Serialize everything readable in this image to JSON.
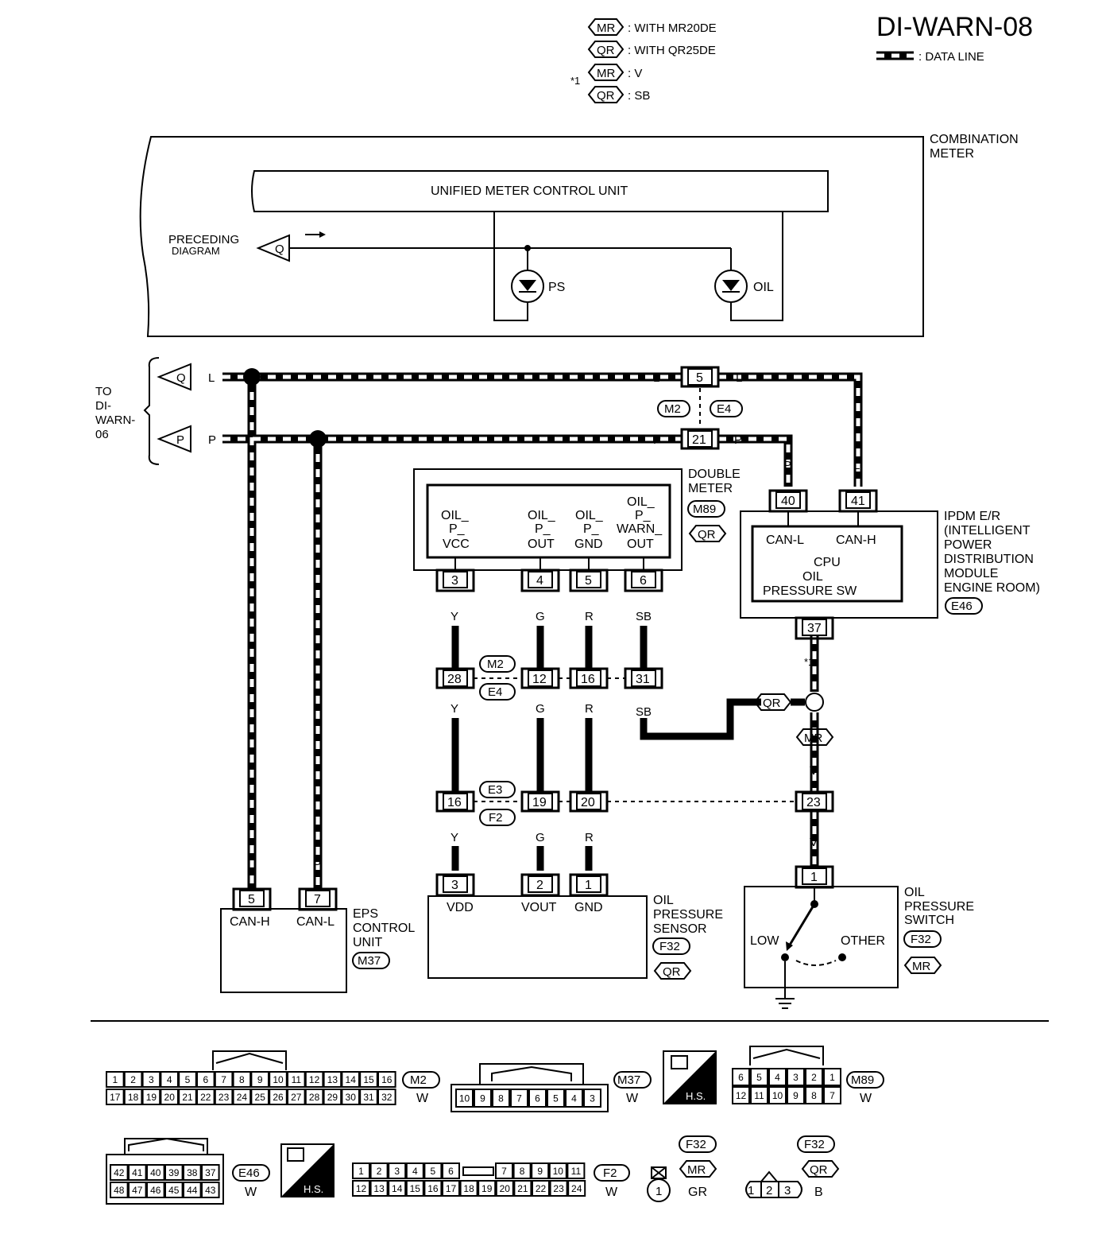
{
  "page_id": "DI-WARN-08",
  "legend": {
    "mr_with": ": WITH MR20DE",
    "qr_with": ": WITH QR25DE",
    "star1": "*1",
    "mr_v": ": V",
    "qr_sb": ": SB",
    "data_line": ": DATA LINE",
    "tag_mr": "MR",
    "tag_qr": "QR"
  },
  "combination_meter": {
    "title_line1": "COMBINATION",
    "title_line2": "METER",
    "unit": "UNIFIED METER CONTROL UNIT",
    "preceding_line1": "PRECEDING",
    "preceding_line2": "DIAGRAM",
    "tag_q": "Q",
    "lamp_ps": "PS",
    "lamp_oil": "OIL"
  },
  "to_diwarn": {
    "line1": "TO",
    "line2": "DI-",
    "line3": "WARN-",
    "line4": "06",
    "q": "Q",
    "p": "P"
  },
  "wire_colors": {
    "l": "L",
    "p": "P",
    "y": "Y",
    "g": "G",
    "r": "R",
    "sb": "SB",
    "v": "V",
    "star1": "*1"
  },
  "joint": {
    "pin5": "5",
    "pin21": "21",
    "m2": "M2",
    "e4": "E4",
    "e3": "E3",
    "f2": "F2",
    "pin28": "28",
    "pin12": "12",
    "pin16": "16",
    "pin31": "31",
    "pin16b": "16",
    "pin19": "19",
    "pin20": "20",
    "pin23": "23",
    "qr_tag": "QR",
    "mr_tag": "MR"
  },
  "double_meter": {
    "title_line1": "DOUBLE",
    "title_line2": "METER",
    "conn": "M89",
    "qr": "QR",
    "t1_l1": "OIL_",
    "t1_l2": "P_",
    "t1_l3": "VCC",
    "t2_l1": "OIL_",
    "t2_l2": "P_",
    "t2_l3": "OUT",
    "t3_l1": "OIL_",
    "t3_l2": "P_",
    "t3_l3": "GND",
    "t4_l1": "OIL_",
    "t4_l2": "P_",
    "t4_l3": "WARN_",
    "t4_l4": "OUT",
    "pins": [
      "3",
      "4",
      "5",
      "6"
    ]
  },
  "ipdm": {
    "title_l1": "IPDM E/R",
    "title_l2": "(INTELLIGENT",
    "title_l3": "POWER",
    "title_l4": "DISTRIBUTION",
    "title_l5": "MODULE",
    "title_l6": "ENGINE ROOM)",
    "conn": "E46",
    "can_l": "CAN-L",
    "can_h": "CAN-H",
    "cpu": "CPU",
    "oil": "OIL",
    "pressure_sw": "PRESSURE SW",
    "pin40": "40",
    "pin41": "41",
    "pin37": "37"
  },
  "eps": {
    "title_l1": "EPS",
    "title_l2": "CONTROL",
    "title_l3": "UNIT",
    "conn": "M37",
    "can_h": "CAN-H",
    "can_l": "CAN-L",
    "pin5": "5",
    "pin7": "7"
  },
  "oil_sensor": {
    "title_l1": "OIL",
    "title_l2": "PRESSURE",
    "title_l3": "SENSOR",
    "conn": "F32",
    "qr": "QR",
    "vdd": "VDD",
    "vout": "VOUT",
    "gnd": "GND",
    "pin3": "3",
    "pin2": "2",
    "pin1": "1"
  },
  "oil_switch": {
    "title_l1": "OIL",
    "title_l2": "PRESSURE",
    "title_l3": "SWITCH",
    "conn": "F32",
    "mr": "MR",
    "low": "LOW",
    "other": "OTHER",
    "pin1": "1"
  },
  "connectors": {
    "m2": {
      "name": "M2",
      "color": "W",
      "row1": [
        "1",
        "2",
        "3",
        "4",
        "5",
        "6",
        "7",
        "8",
        "9",
        "10",
        "11",
        "12",
        "13",
        "14",
        "15",
        "16"
      ],
      "row2": [
        "17",
        "18",
        "19",
        "20",
        "21",
        "22",
        "23",
        "24",
        "25",
        "26",
        "27",
        "28",
        "29",
        "30",
        "31",
        "32"
      ]
    },
    "m37": {
      "name": "M37",
      "color": "W",
      "row1": [
        "10",
        "9",
        "8",
        "7",
        "6",
        "5",
        "4",
        "3"
      ]
    },
    "hs1": {
      "label": "H.S."
    },
    "m89": {
      "name": "M89",
      "color": "W",
      "row1": [
        "6",
        "5",
        "4",
        "3",
        "2",
        "1"
      ],
      "row2": [
        "12",
        "11",
        "10",
        "9",
        "8",
        "7"
      ]
    },
    "e46": {
      "name": "E46",
      "color": "W",
      "row1": [
        "42",
        "41",
        "40",
        "39",
        "38",
        "37"
      ],
      "row2": [
        "48",
        "47",
        "46",
        "45",
        "44",
        "43"
      ]
    },
    "hs2": {
      "label": "H.S."
    },
    "f2": {
      "name": "F2",
      "color": "W",
      "row1a": [
        "1",
        "2",
        "3",
        "4",
        "5",
        "6"
      ],
      "row1b": [
        "7",
        "8",
        "9",
        "10",
        "11"
      ],
      "row2": [
        "12",
        "13",
        "14",
        "15",
        "16",
        "17",
        "18",
        "19",
        "20",
        "21",
        "22",
        "23",
        "24"
      ]
    },
    "f32mr": {
      "name": "F32",
      "sub": "MR",
      "color": "GR",
      "pin": "1"
    },
    "f32qr": {
      "name": "F32",
      "sub": "QR",
      "color": "B",
      "pins": [
        "1",
        "2",
        "3"
      ]
    }
  }
}
